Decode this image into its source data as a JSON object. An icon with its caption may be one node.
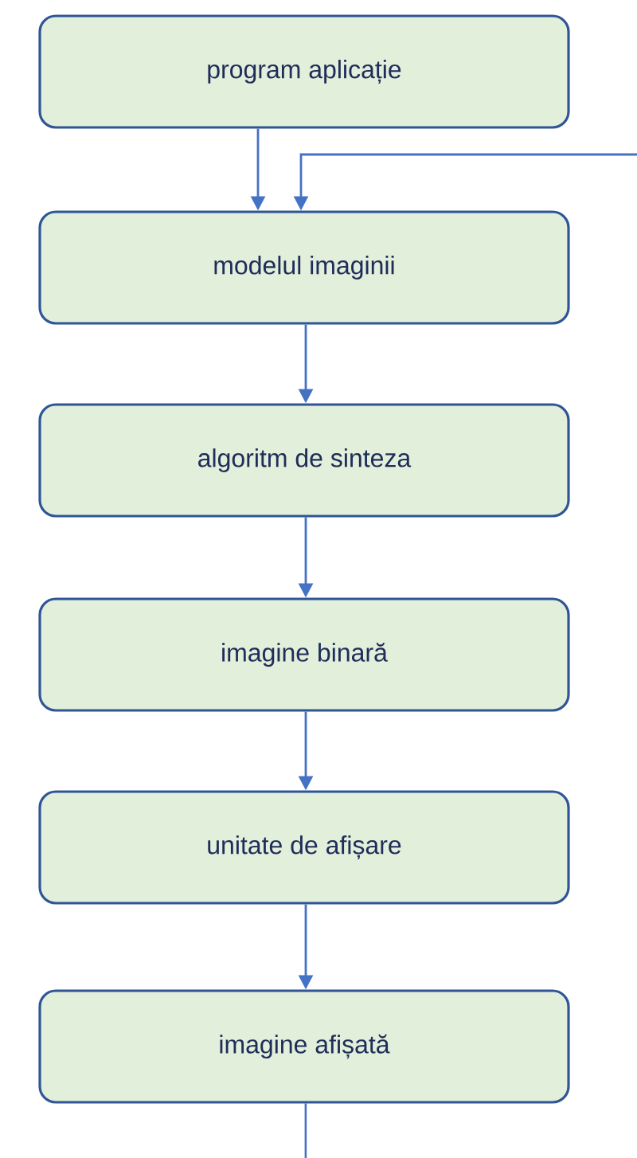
{
  "diagram": {
    "nodes": [
      {
        "text": [
          "program aplicație"
        ]
      },
      {
        "text": [
          "modelul imaginii"
        ]
      },
      {
        "text": [
          "algoritm de sinteza"
        ]
      },
      {
        "text": [
          "imagine binară"
        ]
      },
      {
        "text": [
          "unitate de afișare"
        ]
      },
      {
        "text": [
          "imagine afișată"
        ]
      }
    ],
    "edges": [
      {
        "from": 0,
        "to": 1,
        "arrow": "to"
      },
      {
        "from": 1,
        "to": 2,
        "arrow": "to"
      },
      {
        "from": 2,
        "to": 3,
        "arrow": "to"
      },
      {
        "from": 3,
        "to": 4,
        "arrow": "to"
      },
      {
        "from": 4,
        "to": 5,
        "arrow": "to"
      },
      {
        "from": 5,
        "to": null,
        "arrow": "none"
      },
      {
        "from": null,
        "to": 1,
        "arrow": "to"
      }
    ]
  }
}
